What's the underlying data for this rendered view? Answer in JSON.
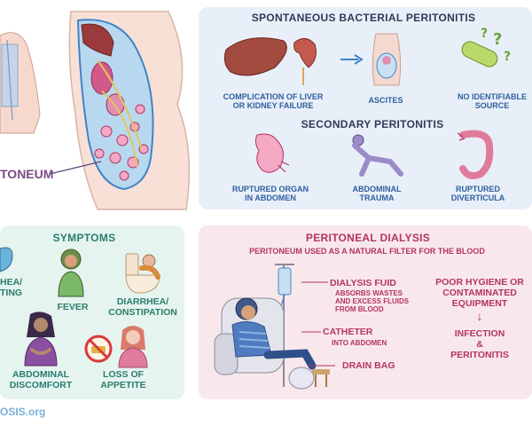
{
  "peritoneum_label": "TONEUM",
  "spontaneous": {
    "title": "SPONTANEOUS BACTERIAL PERITONITIS",
    "item1_line1": "COMPLICATION of LIVER",
    "item1_line2": "or KIDNEY FAILURE",
    "item2": "ASCITES",
    "item3_line1": "NO IDENTIFIABLE",
    "item3_line2": "SOURCE"
  },
  "secondary": {
    "title": "SECONDARY PERITONITIS",
    "item1_line1": "RUPTURED ORGAN",
    "item1_line2": "in ABDOMEN",
    "item2_line1": "ABDOMINAL",
    "item2_line2": "TRAUMA",
    "item3_line1": "RUPTURED",
    "item3_line2": "DIVERTICULA"
  },
  "symptoms": {
    "title": "SYMPTOMS",
    "nausea_line1": "HEA/",
    "nausea_line2": "TING",
    "fever": "FEVER",
    "diarrhea_line1": "DIARRHEA/",
    "diarrhea_line2": "CONSTIPATION",
    "abdominal_line1": "ABDOMINAL",
    "abdominal_line2": "DISCOMFORT",
    "appetite_line1": "LOSS of",
    "appetite_line2": "APPETITE"
  },
  "dialysis": {
    "title": "PERITONEAL DIALYSIS",
    "subtitle": "PERITONEUM USED as a NATURAL FILTER for the BLOOD",
    "fluid": "DIALYSIS FUID",
    "fluid_note1": "ABSORBS WASTES",
    "fluid_note2": "and EXCESS FLUIDS",
    "fluid_note3": "from BLOOD",
    "catheter": "CATHETER",
    "catheter_note": "INTO ABDOMEN",
    "drain": "DRAIN BAG",
    "hygiene_line1": "POOR HYGIENE or",
    "hygiene_line2": "CONTAMINATED",
    "hygiene_line3": "EQUIPMENT",
    "arrow": "↓",
    "result_line1": "INFECTION",
    "result_line2": "&",
    "result_line3": "PERITONITIS"
  },
  "brand": "OSIS.org"
}
